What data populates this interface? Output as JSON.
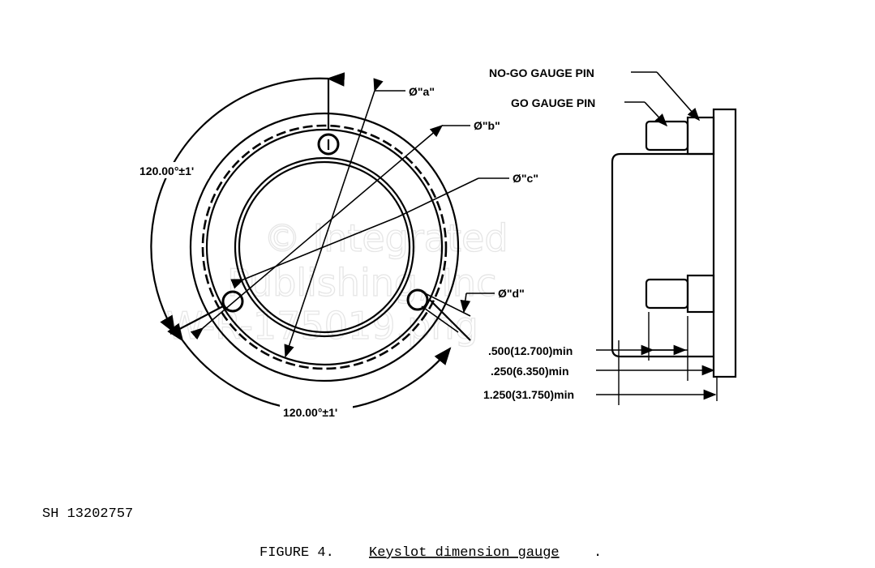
{
  "figure": {
    "number_label": "FIGURE 4.",
    "caption": "Keyslot dimension gauge",
    "caption_end": ".",
    "sheet_id": "SH 13202757"
  },
  "front_view": {
    "dia_a": "Ø\"a\"",
    "dia_b": "Ø\"b\"",
    "dia_c": "Ø\"c\"",
    "dia_d": "Ø\"d\"",
    "angle_top": "120.00°±1'",
    "angle_bottom": "120.00°±1'",
    "hole_mark": "I"
  },
  "side_view": {
    "nogo_pin": "NO-GO GAUGE PIN",
    "go_pin": "GO GAUGE PIN",
    "dim_1": ".500(12.700)min",
    "dim_2": ".250(6.350)min",
    "dim_3": "1.250(31.750)min"
  },
  "watermark": [
    "© Integrated",
    "Publishing, Inc.",
    "W-R-175019.png"
  ]
}
